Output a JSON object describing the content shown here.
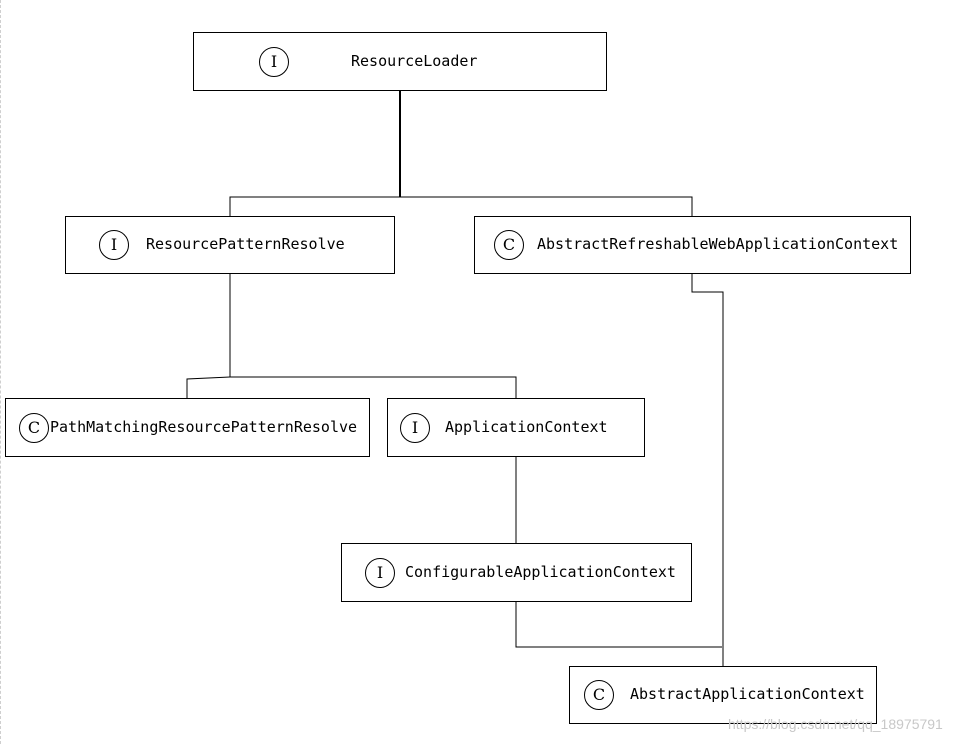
{
  "nodes": [
    {
      "id": "resource-loader",
      "kind": "I",
      "name": "ResourceLoader"
    },
    {
      "id": "resource-pattern-resolve",
      "kind": "I",
      "name": "ResourcePatternResolve"
    },
    {
      "id": "abstract-refreshable-web-app-context",
      "kind": "C",
      "name": "AbstractRefreshableWebApplicationContext"
    },
    {
      "id": "path-matching-resource-pattern-resolve",
      "kind": "C",
      "name": "PathMatchingResourcePatternResolve"
    },
    {
      "id": "application-context",
      "kind": "I",
      "name": "ApplicationContext"
    },
    {
      "id": "configurable-application-context",
      "kind": "I",
      "name": "ConfigurableApplicationContext"
    },
    {
      "id": "abstract-application-context",
      "kind": "C",
      "name": "AbstractApplicationContext"
    }
  ],
  "edges": [
    {
      "from": "resource-loader",
      "to": "resource-pattern-resolve"
    },
    {
      "from": "resource-loader",
      "to": "abstract-refreshable-web-app-context"
    },
    {
      "from": "resource-pattern-resolve",
      "to": "path-matching-resource-pattern-resolve"
    },
    {
      "from": "resource-pattern-resolve",
      "to": "application-context"
    },
    {
      "from": "application-context",
      "to": "configurable-application-context"
    },
    {
      "from": "configurable-application-context",
      "to": "abstract-application-context"
    },
    {
      "from": "abstract-refreshable-web-app-context",
      "to": "abstract-application-context"
    }
  ],
  "watermark": "https://blog.csdn.net/qq_18975791"
}
